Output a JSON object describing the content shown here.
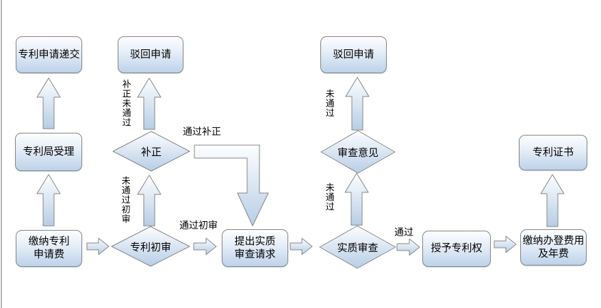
{
  "palette": {
    "shape_border": "#848484",
    "shape_fill_top": "#fdfeff",
    "shape_fill_bottom": "#b7cde6",
    "text_color": "#000000",
    "left_edge_line": "#b3b3b3"
  },
  "flowchart": {
    "nodes": {
      "submission": "专利申请递交",
      "reject_top": "驳回申请",
      "reject_right": "驳回申请",
      "certificate": "专利证书",
      "acceptance": "专利局受理",
      "pay_application_fee": "缴纳专利\n申请费",
      "request_substantive_exam": "提出实质\n审查请求",
      "grant_patent": "授予专利权",
      "pay_registration_fee": "缴纳办登费用\n及年费"
    },
    "decisions": {
      "correction": "补正",
      "preliminary_exam": "专利初审",
      "exam_opinion": "审查意见",
      "substantive_exam": "实质审查"
    },
    "edge_labels": {
      "correction_not_passed": "补正未通过",
      "passed_correction": "通过补正",
      "preliminary_not_passed": "未通过初审",
      "passed_preliminary": "通过初审",
      "substantive_not_passed": "未通过",
      "opinion_not_passed": "未通过",
      "passed": "通过"
    }
  }
}
